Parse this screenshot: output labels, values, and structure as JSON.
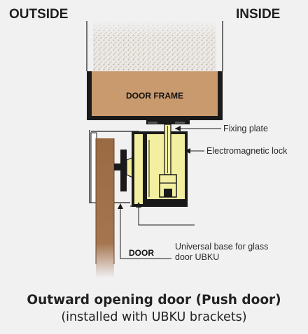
{
  "labels": {
    "outside": "OUTSIDE",
    "inside": "INSIDE",
    "door_frame": "DOOR FRAME",
    "fixing_plate": "Fixing plate",
    "electromagnetic_lock": "Electromagnetic lock",
    "door": "DOOR",
    "ubku_line1": "Universal base for glass",
    "ubku_line2": "door UBKU"
  },
  "caption": {
    "title": "Outward opening door (Push door)",
    "subtitle": "(installed with UBKU brackets)"
  },
  "colors": {
    "frame_wood": "#c99a6e",
    "door_wood": "#9a6a43",
    "lock_yellow": "#f2efa0",
    "outline": "#111111",
    "background": "#f1f1f2"
  }
}
